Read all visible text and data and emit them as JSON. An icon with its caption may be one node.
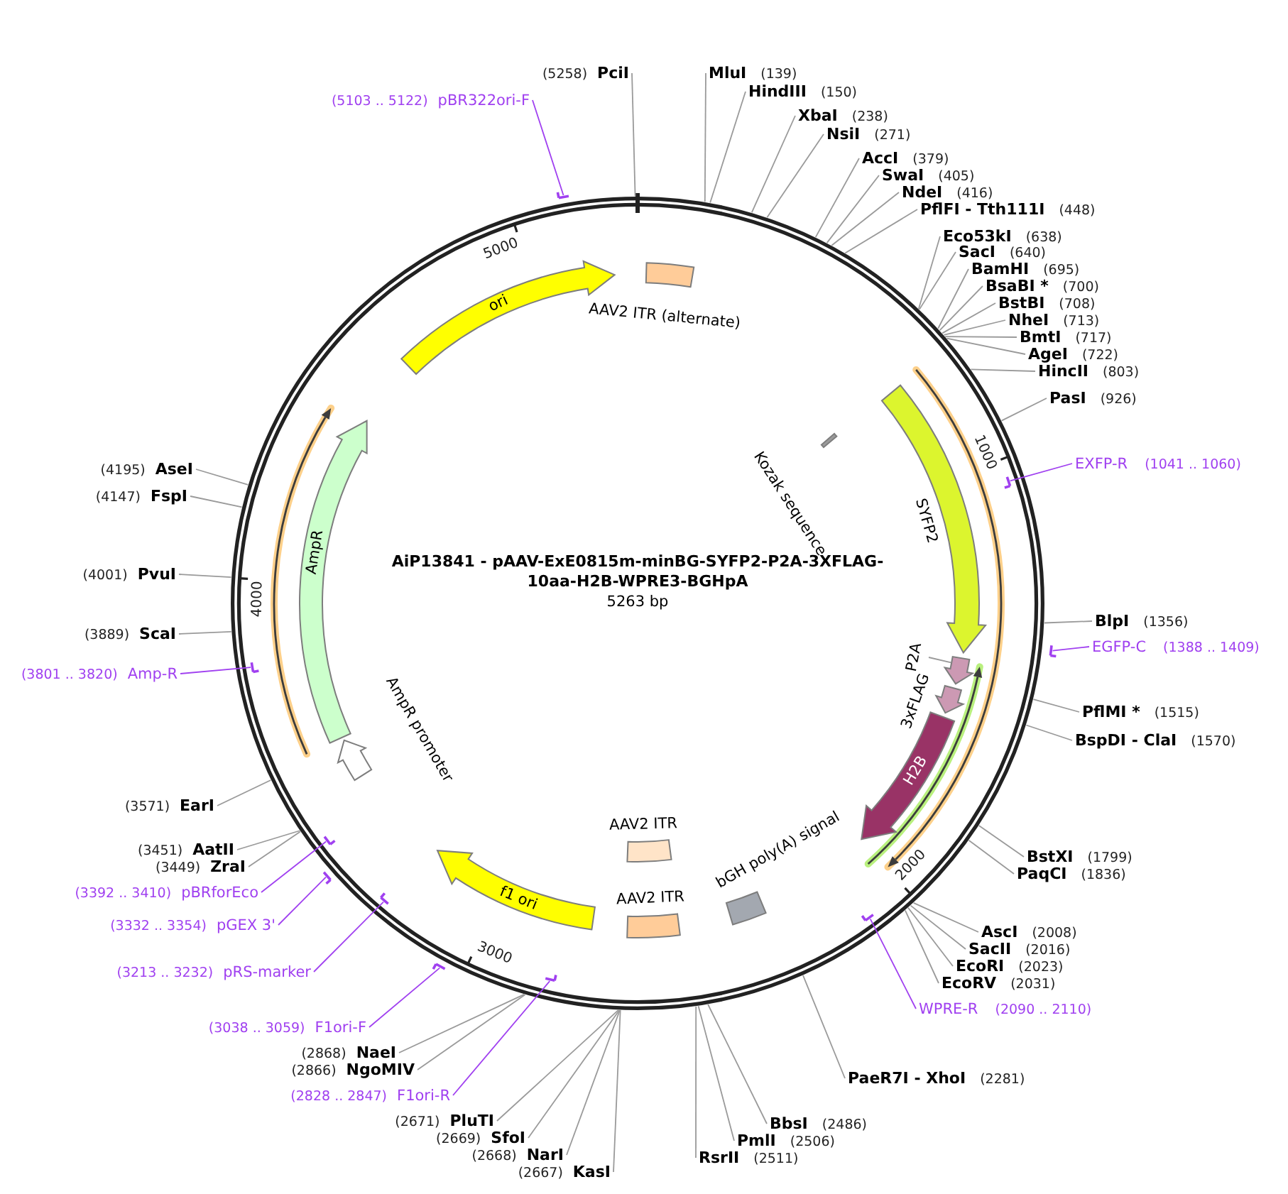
{
  "diagram": {
    "title": "AiP13841 - pAAV-ExE0815m-minBG-SYFP2-P2A-3XFLAG-10aa-H2B-WPRE3-BGHpA",
    "nodes": [
      {
        "text": [
          "ori"
        ]
      },
      {
        "text": [
          "AAV2 ITR (alternate)"
        ]
      },
      {
        "text": [
          "Kozak sequence"
        ]
      },
      {
        "text": [
          "SYFP2"
        ]
      },
      {
        "text": [
          "P2A"
        ]
      },
      {
        "text": [],
        "shape": "arrow"
      },
      {
        "text": [
          "3xFLAG"
        ]
      },
      {
        "text": [
          "H2B"
        ]
      },
      {
        "text": [
          "bGH poly(A) signal"
        ]
      },
      {
        "text": [
          "AAV2 ITR"
        ]
      },
      {
        "text": [
          "AAV2 ITR"
        ]
      },
      {
        "text": [
          "f1 ori"
        ]
      },
      {
        "text": [
          "AmpR promoter"
        ]
      },
      {
        "text": [
          "AmpR"
        ]
      },
      {
        "text": [
          "(5258)",
          "PciI"
        ]
      },
      {
        "text": [
          "MluI",
          "(139)"
        ]
      },
      {
        "text": [
          "HindIII",
          "(150)"
        ]
      },
      {
        "text": [
          "XbaI",
          "(238)"
        ]
      },
      {
        "text": [
          "NsiI",
          "(271)"
        ]
      },
      {
        "text": [
          "AccI",
          "(379)"
        ]
      },
      {
        "text": [
          "SwaI",
          "(405)"
        ]
      },
      {
        "text": [
          "NdeI",
          "(416)"
        ]
      },
      {
        "text": [
          "PflFI - Tth111I",
          "(448)"
        ]
      },
      {
        "text": [
          "Eco53kI",
          "(638)"
        ]
      },
      {
        "text": [
          "SacI",
          "(640)"
        ]
      },
      {
        "text": [
          "BamHI",
          "(695)"
        ]
      },
      {
        "text": [
          "BsaBI *",
          "(700)"
        ]
      },
      {
        "text": [
          "BstBI",
          "(708)"
        ]
      },
      {
        "text": [
          "NheI",
          "(713)"
        ]
      },
      {
        "text": [
          "BmtI",
          "(717)"
        ]
      },
      {
        "text": [
          "AgeI",
          "(722)"
        ]
      },
      {
        "text": [
          "HincII",
          "(803)"
        ]
      },
      {
        "text": [
          "PasI",
          "(926)"
        ]
      },
      {
        "text": [
          "BlpI",
          "(1356)"
        ]
      },
      {
        "text": [
          "PflMI *",
          "(1515)"
        ]
      },
      {
        "text": [
          "BspDI - ClaI",
          "(1570)"
        ]
      },
      {
        "text": [
          "BstXI",
          "(1799)"
        ]
      },
      {
        "text": [
          "PaqCI",
          "(1836)"
        ]
      },
      {
        "text": [
          "AscI",
          "(2008)"
        ]
      },
      {
        "text": [
          "SacII",
          "(2016)"
        ]
      },
      {
        "text": [
          "EcoRI",
          "(2023)"
        ]
      },
      {
        "text": [
          "EcoRV",
          "(2031)"
        ]
      },
      {
        "text": [
          "PaeR7I - XhoI",
          "(2281)"
        ]
      },
      {
        "text": [
          "BbsI",
          "(2486)"
        ]
      },
      {
        "text": [
          "PmlI",
          "(2506)"
        ]
      },
      {
        "text": [
          "RsrII",
          "(2511)"
        ]
      },
      {
        "text": [
          "(2667)",
          "KasI"
        ]
      },
      {
        "text": [
          "(2668)",
          "NarI"
        ]
      },
      {
        "text": [
          "(2669)",
          "SfoI"
        ]
      },
      {
        "text": [
          "(2671)",
          "PluTI"
        ]
      },
      {
        "text": [
          "(2866)",
          "NgoMIV"
        ]
      },
      {
        "text": [
          "(2868)",
          "NaeI"
        ]
      },
      {
        "text": [
          "(3449)",
          "ZraI"
        ]
      },
      {
        "text": [
          "(3451)",
          "AatII"
        ]
      },
      {
        "text": [
          "(3571)",
          "EarI"
        ]
      },
      {
        "text": [
          "(3889)",
          "ScaI"
        ]
      },
      {
        "text": [
          "(4001)",
          "PvuI"
        ]
      },
      {
        "text": [
          "(4147)",
          "FspI"
        ]
      },
      {
        "text": [
          "(4195)",
          "AseI"
        ]
      },
      {
        "text": [
          "(5103 .. 5122)",
          "pBR322ori-F"
        ]
      },
      {
        "text": [],
        "shape": "bar"
      },
      {
        "text": [
          "EXFP-R",
          "(1041 .. 1060)"
        ]
      },
      {
        "text": [],
        "shape": "bar"
      },
      {
        "text": [
          "EGFP-C",
          "(1388 .. 1409)"
        ]
      },
      {
        "text": [],
        "shape": "bar"
      },
      {
        "text": [
          "WPRE-R",
          "(2090 .. 2110)"
        ]
      },
      {
        "text": [],
        "shape": "bar"
      },
      {
        "text": [
          "(2828 .. 2847)",
          "F1ori-R"
        ]
      },
      {
        "text": [],
        "shape": "bar"
      },
      {
        "text": [
          "(3038 .. 3059)",
          "F1ori-F"
        ]
      },
      {
        "text": [],
        "shape": "bar"
      },
      {
        "text": [
          "(3213 .. 3232)",
          "pRS-marker"
        ]
      },
      {
        "text": [],
        "shape": "bar"
      },
      {
        "text": [
          "(3332 .. 3354)",
          "pGEX 3'"
        ]
      },
      {
        "text": [],
        "shape": "bar"
      },
      {
        "text": [
          "(3392 .. 3410)",
          "pBRforEco"
        ]
      },
      {
        "text": [],
        "shape": "bar"
      },
      {
        "text": [
          "(3801 .. 3820)",
          "Amp-R"
        ]
      },
      {
        "text": [],
        "shape": "bar"
      }
    ],
    "edges": [
      {
        "from": 4,
        "to": 5,
        "arrow": "none"
      },
      {
        "from": 14,
        "to": null,
        "arrow": "none"
      },
      {
        "from": 15,
        "to": null,
        "arrow": "none"
      },
      {
        "from": 16,
        "to": null,
        "arrow": "none"
      },
      {
        "from": 17,
        "to": null,
        "arrow": "none"
      },
      {
        "from": 18,
        "to": null,
        "arrow": "none"
      },
      {
        "from": 19,
        "to": null,
        "arrow": "none"
      },
      {
        "from": 20,
        "to": null,
        "arrow": "none"
      },
      {
        "from": 21,
        "to": null,
        "arrow": "none"
      },
      {
        "from": 22,
        "to": null,
        "arrow": "none"
      },
      {
        "from": 23,
        "to": null,
        "arrow": "none"
      },
      {
        "from": 24,
        "to": null,
        "arrow": "none"
      },
      {
        "from": 25,
        "to": null,
        "arrow": "none"
      },
      {
        "from": 26,
        "to": null,
        "arrow": "none"
      },
      {
        "from": 27,
        "to": null,
        "arrow": "none"
      },
      {
        "from": 28,
        "to": null,
        "arrow": "none"
      },
      {
        "from": 29,
        "to": null,
        "arrow": "none"
      },
      {
        "from": 30,
        "to": null,
        "arrow": "none"
      },
      {
        "from": 31,
        "to": null,
        "arrow": "none"
      },
      {
        "from": 32,
        "to": null,
        "arrow": "none"
      },
      {
        "from": 33,
        "to": null,
        "arrow": "none"
      },
      {
        "from": 34,
        "to": null,
        "arrow": "none"
      },
      {
        "from": 35,
        "to": null,
        "arrow": "none"
      },
      {
        "from": 36,
        "to": null,
        "arrow": "none"
      },
      {
        "from": 37,
        "to": null,
        "arrow": "none"
      },
      {
        "from": 38,
        "to": null,
        "arrow": "none"
      },
      {
        "from": 39,
        "to": null,
        "arrow": "none"
      },
      {
        "from": 40,
        "to": null,
        "arrow": "none"
      },
      {
        "from": 41,
        "to": null,
        "arrow": "none"
      },
      {
        "from": 42,
        "to": null,
        "arrow": "none"
      },
      {
        "from": 43,
        "to": null,
        "arrow": "none"
      },
      {
        "from": 44,
        "to": null,
        "arrow": "none"
      },
      {
        "from": 45,
        "to": null,
        "arrow": "none"
      },
      {
        "from": 46,
        "to": null,
        "arrow": "none"
      },
      {
        "from": 47,
        "to": null,
        "arrow": "none"
      },
      {
        "from": 48,
        "to": null,
        "arrow": "none"
      },
      {
        "from": 49,
        "to": null,
        "arrow": "none"
      },
      {
        "from": 50,
        "to": null,
        "arrow": "none"
      },
      {
        "from": 51,
        "to": null,
        "arrow": "none"
      },
      {
        "from": 52,
        "to": null,
        "arrow": "none"
      },
      {
        "from": 53,
        "to": null,
        "arrow": "none"
      },
      {
        "from": 54,
        "to": null,
        "arrow": "none"
      },
      {
        "from": 55,
        "to": null,
        "arrow": "none"
      },
      {
        "from": 56,
        "to": null,
        "arrow": "none"
      },
      {
        "from": 57,
        "to": null,
        "arrow": "none"
      },
      {
        "from": 58,
        "to": null,
        "arrow": "none"
      },
      {
        "from": 59,
        "to": 60,
        "arrow": "none",
        "color": "#a040f0"
      },
      {
        "from": 61,
        "to": 62,
        "arrow": "none",
        "color": "#a040f0"
      },
      {
        "from": 63,
        "to": 64,
        "arrow": "none",
        "color": "#a040f0"
      },
      {
        "from": 65,
        "to": 66,
        "arrow": "none",
        "color": "#a040f0"
      },
      {
        "from": 67,
        "to": 68,
        "arrow": "none",
        "color": "#a040f0"
      },
      {
        "from": 69,
        "to": 70,
        "arrow": "none",
        "color": "#a040f0"
      },
      {
        "from": 71,
        "to": 72,
        "arrow": "none",
        "color": "#a040f0"
      },
      {
        "from": 73,
        "to": 74,
        "arrow": "none",
        "color": "#a040f0"
      },
      {
        "from": 75,
        "to": 76,
        "arrow": "none",
        "color": "#a040f0"
      },
      {
        "from": 77,
        "to": 78,
        "arrow": "none",
        "color": "#a040f0"
      }
    ],
    "labels": [
      "5263 bp",
      "5000",
      "1000",
      "4000",
      "2000",
      "3000"
    ]
  }
}
